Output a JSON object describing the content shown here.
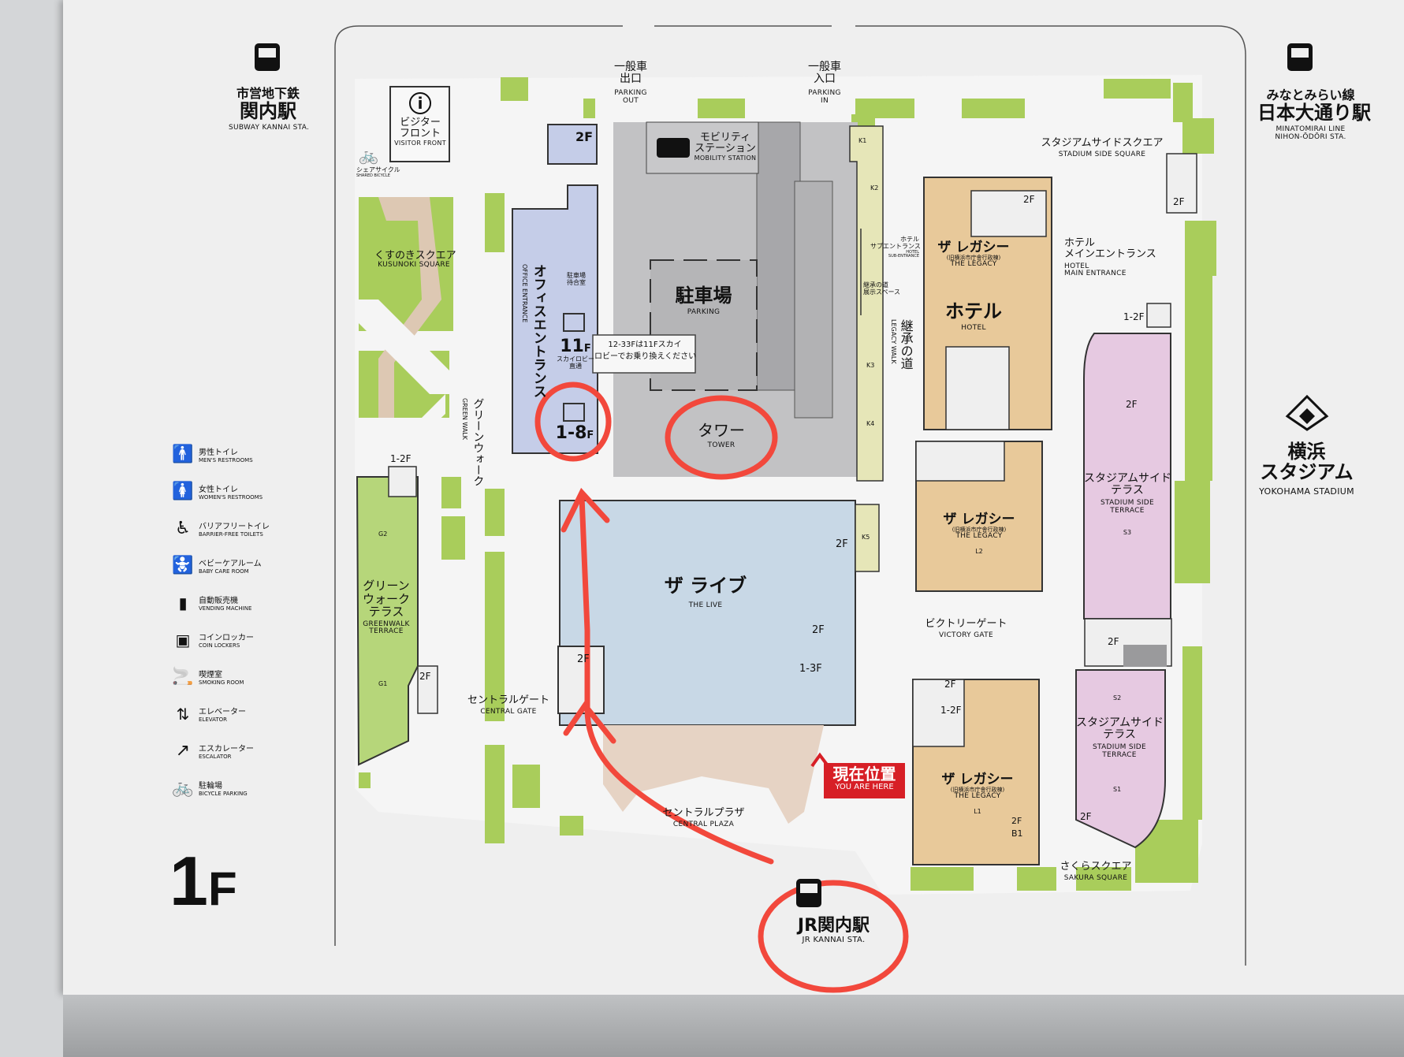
{
  "floor": {
    "number": "1",
    "suffix": "F"
  },
  "stations": {
    "subway_kannai": {
      "ja1": "市営地下鉄",
      "ja2": "関内駅",
      "en": "SUBWAY KANNAI STA."
    },
    "minatomirai": {
      "ja1": "みなとみらい線",
      "ja2": "日本大通り駅",
      "en1": "MINATOMIRAI LINE",
      "en2": "NIHON-ŌDŌRI STA."
    },
    "jr_kannai": {
      "ja": "JR関内駅",
      "en": "JR KANNAI STA."
    }
  },
  "stadium": {
    "ja1": "横浜",
    "ja2": "スタジアム",
    "en": "YOKOHAMA STADIUM"
  },
  "legend": [
    {
      "icon": "mens-restroom-icon",
      "ja": "男性トイレ",
      "en": "MEN'S RESTROOMS"
    },
    {
      "icon": "womens-restroom-icon",
      "ja": "女性トイレ",
      "en": "WOMEN'S RESTROOMS"
    },
    {
      "icon": "barrier-free-toilet-icon",
      "ja": "バリアフリートイレ",
      "en": "BARRIER-FREE TOILETS"
    },
    {
      "icon": "baby-care-room-icon",
      "ja": "ベビーケアルーム",
      "en": "BABY CARE ROOM"
    },
    {
      "icon": "vending-machine-icon",
      "ja": "自動販売機",
      "en": "VENDING MACHINE"
    },
    {
      "icon": "coin-locker-icon",
      "ja": "コインロッカー",
      "en": "COIN LOCKERS"
    },
    {
      "icon": "smoking-room-icon",
      "ja": "喫煙室",
      "en": "SMOKING ROOM"
    },
    {
      "icon": "elevator-icon",
      "ja": "エレベーター",
      "en": "ELEVATOR"
    },
    {
      "icon": "escalator-icon",
      "ja": "エスカレーター",
      "en": "ESCALATOR"
    },
    {
      "icon": "bicycle-parking-icon",
      "ja": "駐輪場",
      "en": "BICYCLE PARKING"
    }
  ],
  "areas": {
    "visitor_front": {
      "ja1": "ビジター",
      "ja2": "フロント",
      "en": "VISITOR FRONT",
      "info": "i"
    },
    "shared_bicycle": {
      "ja": "シェアサイクル",
      "en": "SHARED BICYCLE"
    },
    "kusunoki": {
      "ja": "くすのきスクエア",
      "en": "KUSUNOKI SQUARE"
    },
    "green_walk": {
      "ja": "グリーンウォーク",
      "en": "GREEN WALK"
    },
    "office_entrance": {
      "ja": "オフィスエントランス",
      "en": "OFFICE ENTRANCE"
    },
    "parking_lobby": {
      "ja1": "駐車場",
      "ja2": "待合室"
    },
    "elev_11f": {
      "floor": "11",
      "f": "F",
      "ja1": "スカイロビー",
      "ja2": "直通"
    },
    "elev_18f": {
      "floor": "1-8",
      "f": "F"
    },
    "note": {
      "line1": "12-33Fは11Fスカイ",
      "line2": "ロビーでお乗り換えください"
    },
    "parking_out": {
      "ja1": "一般車",
      "ja2": "出口",
      "en1": "PARKING",
      "en2": "OUT"
    },
    "parking_in": {
      "ja1": "一般車",
      "ja2": "入口",
      "en1": "PARKING",
      "en2": "IN"
    },
    "mobility": {
      "ja1": "モビリティ",
      "ja2": "ステーション",
      "en": "MOBILITY STATION"
    },
    "parking": {
      "ja": "駐車場",
      "en": "PARKING"
    },
    "tower": {
      "ja": "タワー",
      "en": "TOWER"
    },
    "the_live": {
      "ja": "ザ ライブ",
      "en": "THE LIVE"
    },
    "legacy_walk": {
      "ja": "継承の道",
      "en": "LEGACY WALK"
    },
    "legacy_exhibit": {
      "ja1": "継承の道",
      "ja2": "展示スペース"
    },
    "hotel_sub": {
      "ja1": "ホテル",
      "ja2": "サブエントランス",
      "en1": "HOTEL",
      "en2": "SUB-ENTRANCE"
    },
    "legacy_top": {
      "ja": "ザ レガシー",
      "sub": "(旧横浜市庁舎行政棟)",
      "en": "THE LEGACY"
    },
    "hotel": {
      "ja": "ホテル",
      "en": "HOTEL"
    },
    "hotel_main": {
      "ja1": "ホテル",
      "ja2": "メインエントランス",
      "en1": "HOTEL",
      "en2": "MAIN ENTRANCE"
    },
    "stadium_side_square": {
      "ja": "スタジアムサイドスクエア",
      "en": "STADIUM SIDE SQUARE"
    },
    "legacy_mid": {
      "ja": "ザ レガシー",
      "sub": "(旧横浜市庁舎行政棟)",
      "en": "THE LEGACY",
      "code": "L2"
    },
    "legacy_bottom": {
      "ja": "ザ レガシー",
      "sub": "(旧横浜市庁舎行政棟)",
      "en": "THE LEGACY",
      "code": "L1"
    },
    "victory_gate": {
      "ja": "ビクトリーゲート",
      "en": "VICTORY GATE"
    },
    "ss_terrace_top": {
      "ja1": "スタジアムサイド",
      "ja2": "テラス",
      "en1": "STADIUM SIDE",
      "en2": "TERRACE",
      "code": "S3"
    },
    "ss_terrace_bottom": {
      "ja1": "スタジアムサイド",
      "ja2": "テラス",
      "en1": "STADIUM SIDE",
      "en2": "TERRACE",
      "code1": "S2",
      "code2": "S1"
    },
    "sakura": {
      "ja": "さくらスクエア",
      "en": "SAKURA SQUARE"
    },
    "greenwalk_terrace": {
      "ja1": "グリーン",
      "ja2": "ウォーク",
      "ja3": "テラス",
      "en1": "GREENWALK",
      "en2": "TERRACE",
      "code1": "G2",
      "code2": "G1"
    },
    "central_gate": {
      "ja": "セントラルゲート",
      "en": "CENTRAL GATE"
    },
    "central_plaza": {
      "ja": "セントラルプラザ",
      "en": "CENTRAL PLAZA"
    },
    "you_are_here": {
      "ja": "現在位置",
      "en": "YOU ARE HERE"
    }
  },
  "floor_tags": {
    "f2": "2F",
    "f12": "1-2F",
    "f13": "1-3F",
    "f2b1": "B1",
    "k1": "K1",
    "k2": "K2",
    "k3": "K3",
    "k4": "K4",
    "k5": "K5"
  },
  "colors": {
    "board": "#efefef",
    "green": "#a9cd5b",
    "office": "#c5cde8",
    "parking": "#a7a7aa",
    "tower": "#c2c2c4",
    "live": "#c8d8e6",
    "legacy": "#e8c99a",
    "terrace": "#e6c9e1",
    "greenwalk_terrace": "#b6d67a",
    "legacy_walk": "#e6e6b8",
    "annotation": "#f2483c",
    "you_are_here": "#d71f26",
    "plaza": "#e6d3c4"
  }
}
